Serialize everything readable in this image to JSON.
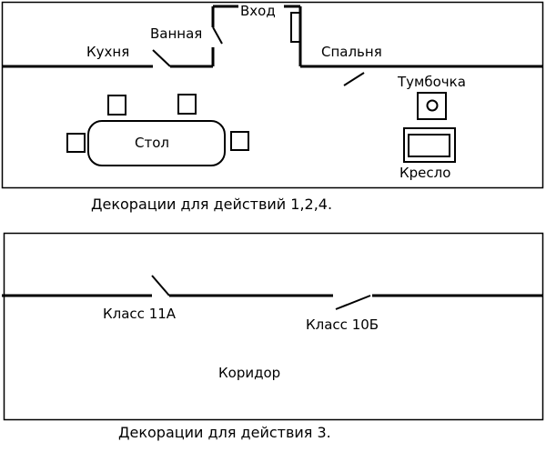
{
  "scene1": {
    "rooms": {
      "kitchen": "Кухня",
      "bathroom": "Ванная",
      "entrance": "Вход",
      "bedroom": "Спальня"
    },
    "furniture": {
      "table": "Стол",
      "nightstand": "Тумбочка",
      "armchair": "Кресло"
    },
    "caption": "Декорации для действий 1,2,4."
  },
  "scene2": {
    "rooms": {
      "class_11a": "Класс 11А",
      "class_10b": "Класс 10Б",
      "corridor": "Коридор"
    },
    "caption": "Декорации для действия 3."
  }
}
